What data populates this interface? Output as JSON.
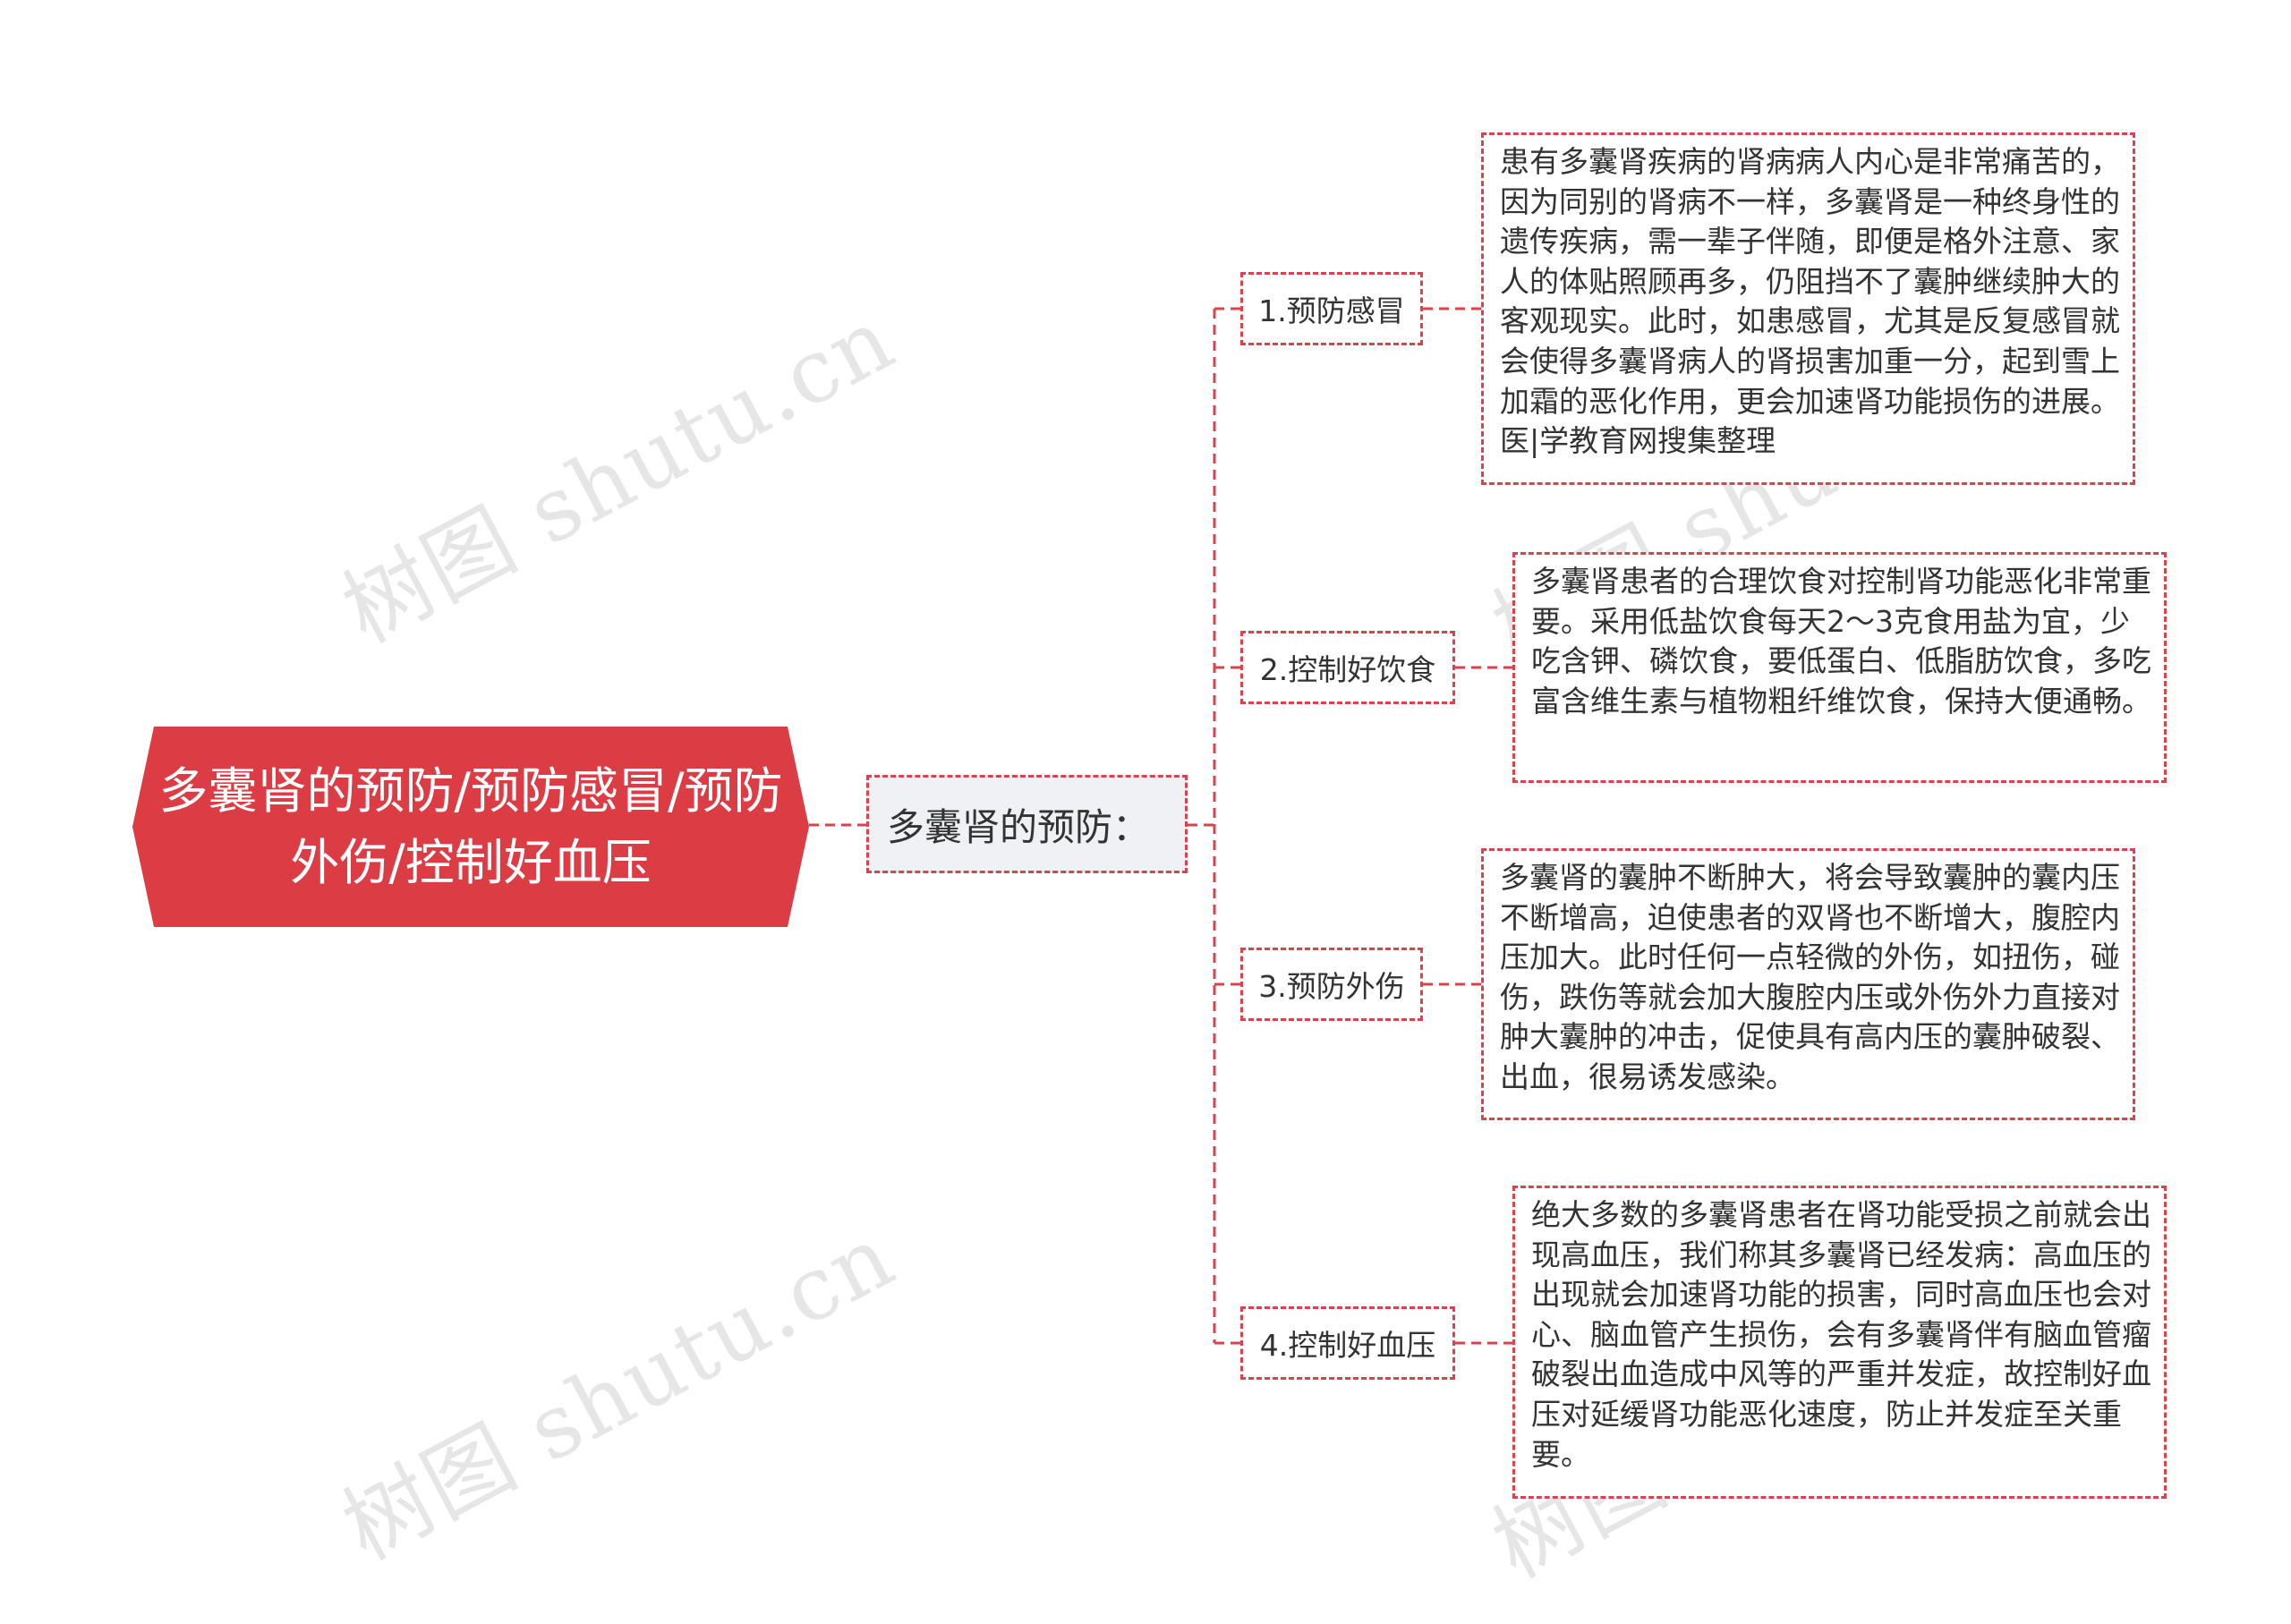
{
  "watermarks": [
    "树图 shutu.cn",
    "树图 shutu.cn",
    "树图 shutu.cn",
    "树图 shutu.cn"
  ],
  "root": {
    "title": "多囊肾的预防/预防感冒/预防外伤/控制好血压"
  },
  "branch": {
    "label": "多囊肾的预防："
  },
  "topics": [
    {
      "label": "1.预防感冒",
      "detail": "患有多囊肾疾病的肾病病人内心是非常痛苦的，因为同别的肾病不一样，多囊肾是一种终身性的遗传疾病，需一辈子伴随，即便是格外注意、家人的体贴照顾再多，仍阻挡不了囊肿继续肿大的客观现实。此时，如患感冒，尤其是反复感冒就会使得多囊肾病人的肾损害加重一分，起到雪上加霜的恶化作用，更会加速肾功能损伤的进展。医|学教育网搜集整理"
    },
    {
      "label": "2.控制好饮食",
      "detail": "多囊肾患者的合理饮食对控制肾功能恶化非常重要。采用低盐饮食每天2～3克食用盐为宜，少吃含钾、磷饮食，要低蛋白、低脂肪饮食，多吃富含维生素与植物粗纤维饮食，保持大便通畅。"
    },
    {
      "label": "3.预防外伤",
      "detail": "多囊肾的囊肿不断肿大，将会导致囊肿的囊内压不断增高，迫使患者的双肾也不断增大，腹腔内压加大。此时任何一点轻微的外伤，如扭伤，碰伤，跌伤等就会加大腹腔内压或外伤外力直接对肿大囊肿的冲击，促使具有高内压的囊肿破裂、出血，很易诱发感染。"
    },
    {
      "label": "4.控制好血压",
      "detail": "绝大多数的多囊肾患者在肾功能受损之前就会出现高血压，我们称其多囊肾已经发病：高血压的出现就会加速肾功能的损害，同时高血压也会对心、脑血管产生损伤，会有多囊肾伴有脑血管瘤破裂出血造成中风等的严重并发症，故控制好血压对延缓肾功能恶化速度，防止并发症至关重要。"
    }
  ],
  "colors": {
    "accent": "#d9434d",
    "root_fill": "#dc3d45",
    "branch_fill": "#eff1f4",
    "text": "#333333"
  }
}
